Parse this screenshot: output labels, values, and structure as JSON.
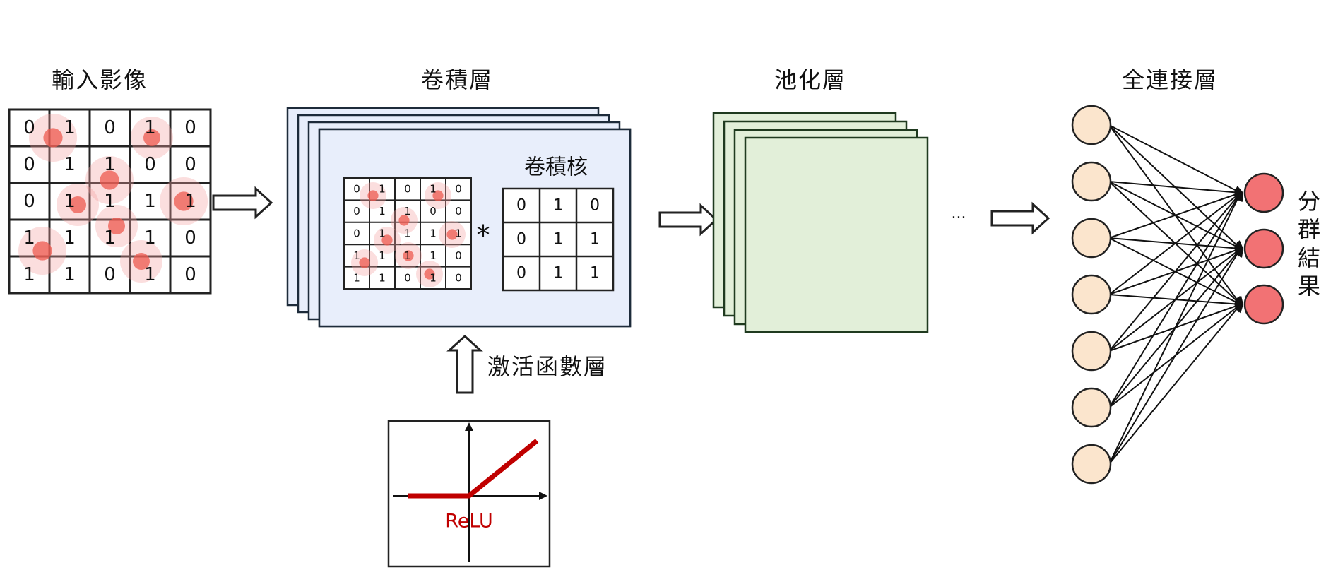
{
  "titles": {
    "input": "輸入影像",
    "conv": "卷積層",
    "pool": "池化層",
    "fc": "全連接層",
    "kernel": "卷積核",
    "activation": "激活函數層",
    "output": "分群結果"
  },
  "input_grid": [
    [
      "0",
      "1",
      "0",
      "1",
      "0"
    ],
    [
      "0",
      "1",
      "1",
      "0",
      "0"
    ],
    [
      "0",
      "1",
      "1",
      "1",
      "1"
    ],
    [
      "1",
      "1",
      "1",
      "1",
      "0"
    ],
    [
      "1",
      "1",
      "0",
      "1",
      "0"
    ]
  ],
  "kernel_grid": [
    [
      "0",
      "1",
      "0"
    ],
    [
      "0",
      "1",
      "1"
    ],
    [
      "0",
      "1",
      "1"
    ]
  ],
  "operator": "*",
  "ellipsis": "···",
  "relu_label": "ReLU",
  "colors": {
    "conv_fill": "#e8eefb",
    "pool_fill": "#e2efd9",
    "neuron_in": "#fbe5cd",
    "neuron_out": "#f27274",
    "relu": "#c00000",
    "highlight": "#f4a0a0"
  },
  "network": {
    "input_neurons": 7,
    "output_neurons": 3
  }
}
